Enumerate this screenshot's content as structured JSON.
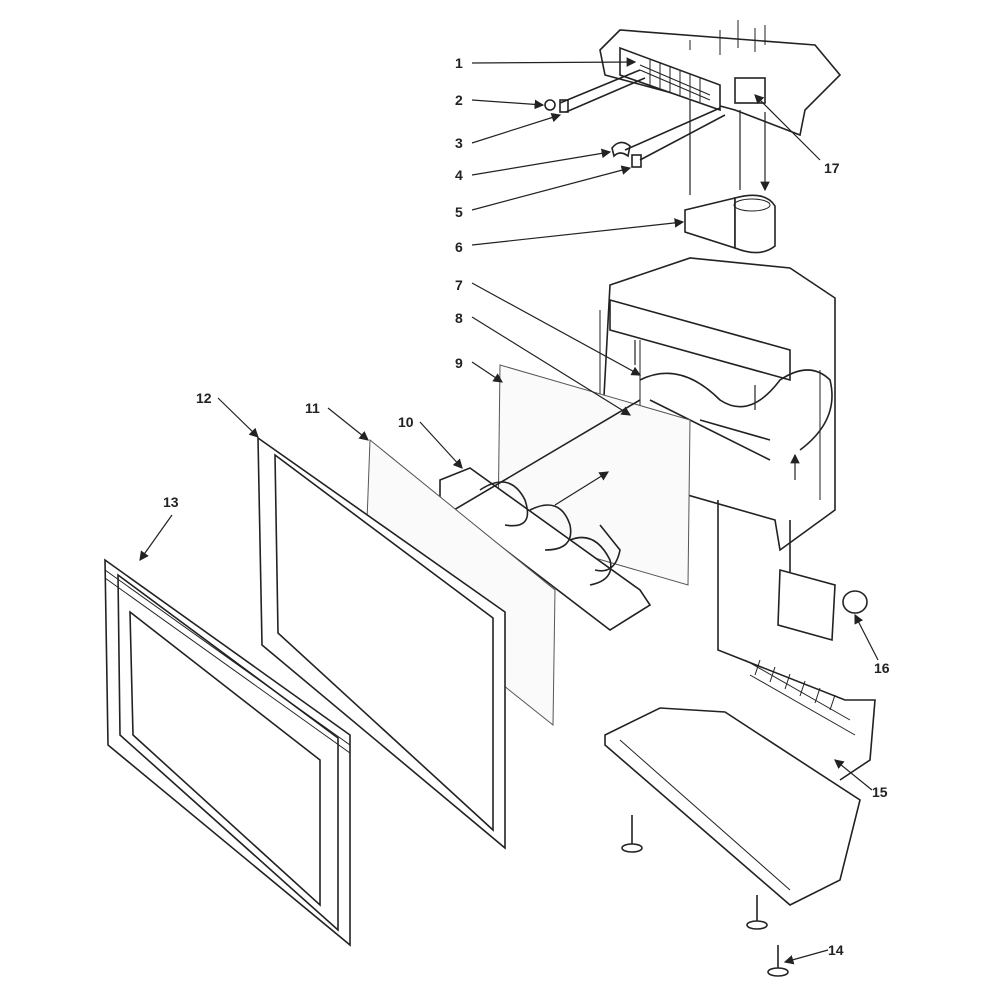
{
  "diagram": {
    "type": "exploded parts diagram",
    "callouts": [
      {
        "id": "1",
        "label": "1"
      },
      {
        "id": "2",
        "label": "2"
      },
      {
        "id": "3",
        "label": "3"
      },
      {
        "id": "4",
        "label": "4"
      },
      {
        "id": "5",
        "label": "5"
      },
      {
        "id": "6",
        "label": "6"
      },
      {
        "id": "7",
        "label": "7"
      },
      {
        "id": "8",
        "label": "8"
      },
      {
        "id": "9",
        "label": "9"
      },
      {
        "id": "10",
        "label": "10"
      },
      {
        "id": "11",
        "label": "11"
      },
      {
        "id": "12",
        "label": "12"
      },
      {
        "id": "13",
        "label": "13"
      },
      {
        "id": "14",
        "label": "14"
      },
      {
        "id": "15",
        "label": "15"
      },
      {
        "id": "16",
        "label": "16"
      },
      {
        "id": "17",
        "label": "17"
      }
    ],
    "colors": {
      "line": "#222222",
      "background": "#ffffff"
    }
  }
}
